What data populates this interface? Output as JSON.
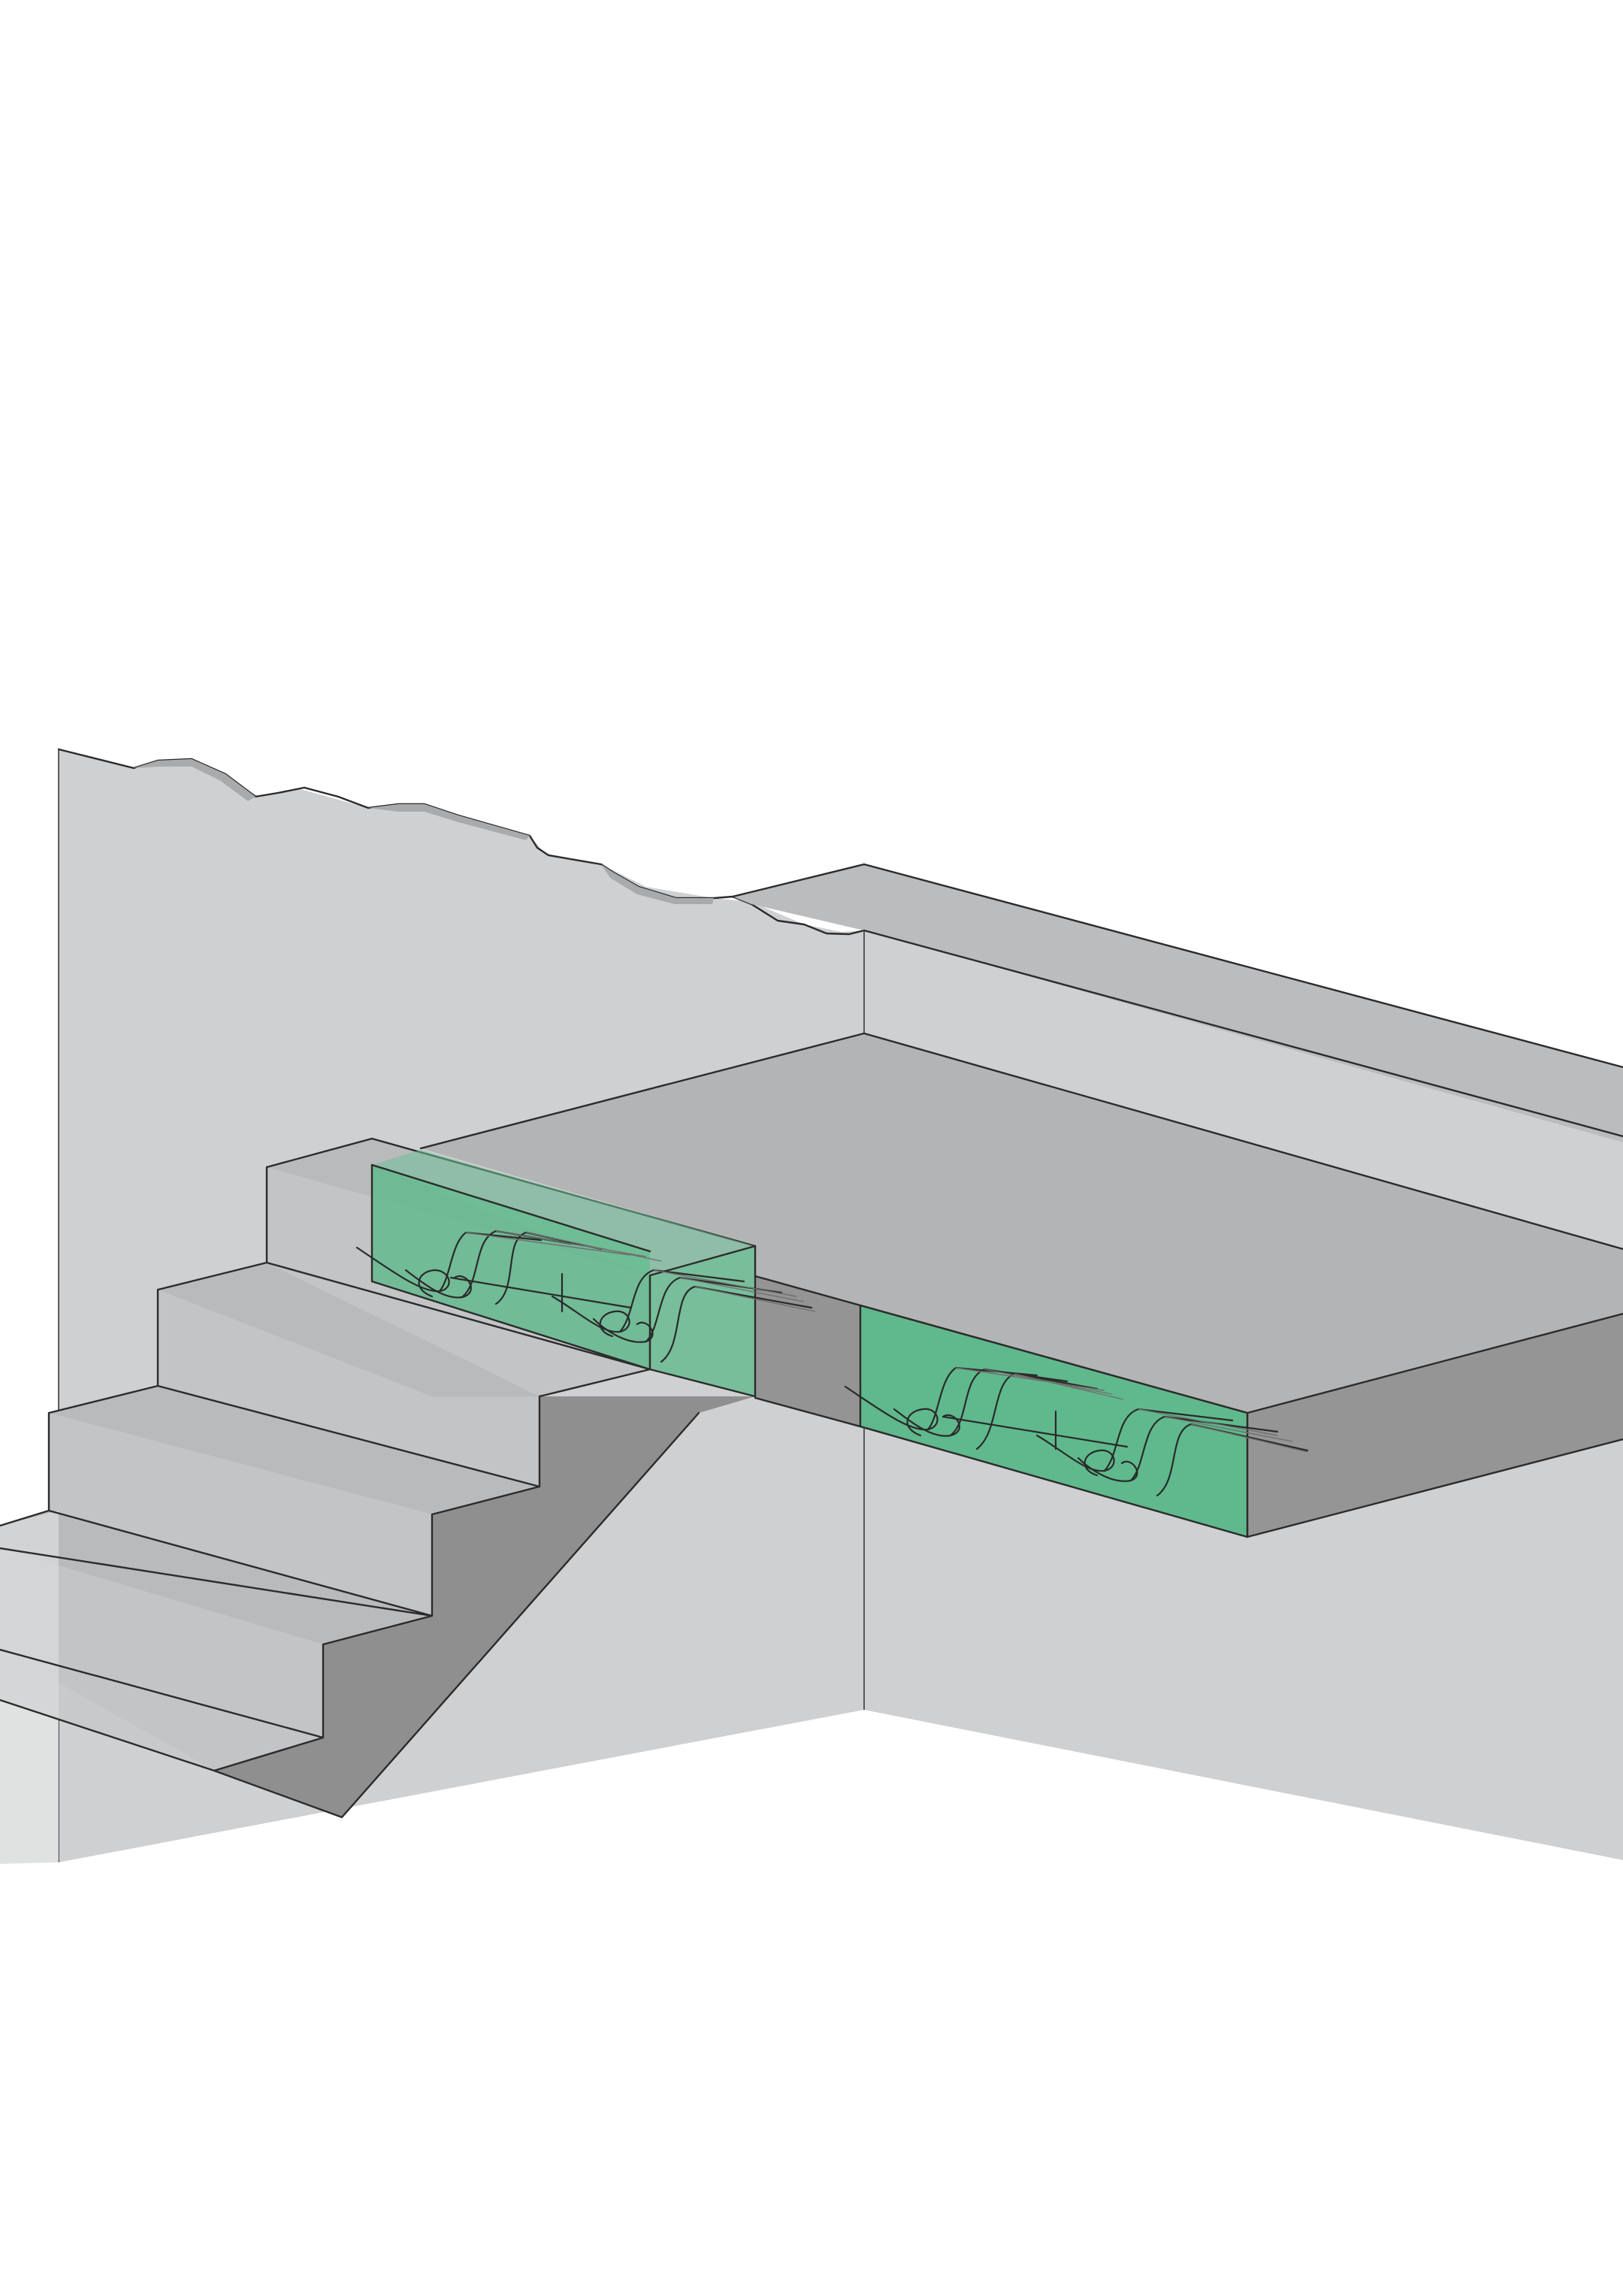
{
  "diagram": {
    "colors": {
      "background": "#ffffff",
      "wall_light": "#cfd0d2",
      "wall_mid": "#bbbcbe",
      "slab_top": "#b3b4b6",
      "slab_side": "#949494",
      "stair_face": "#c3c4c6",
      "stair_tread": "#b9babc",
      "stair_shadow": "#8f8f8f",
      "insulation_box": "#5fb98c",
      "rebar": "#2a2a2a",
      "edge_line": "#2b2b2b"
    },
    "components": [
      "back-wall",
      "side-wall",
      "floor-slab",
      "staircase",
      "stair-landing-connector",
      "slab-connector",
      "rebar-hooks"
    ]
  }
}
